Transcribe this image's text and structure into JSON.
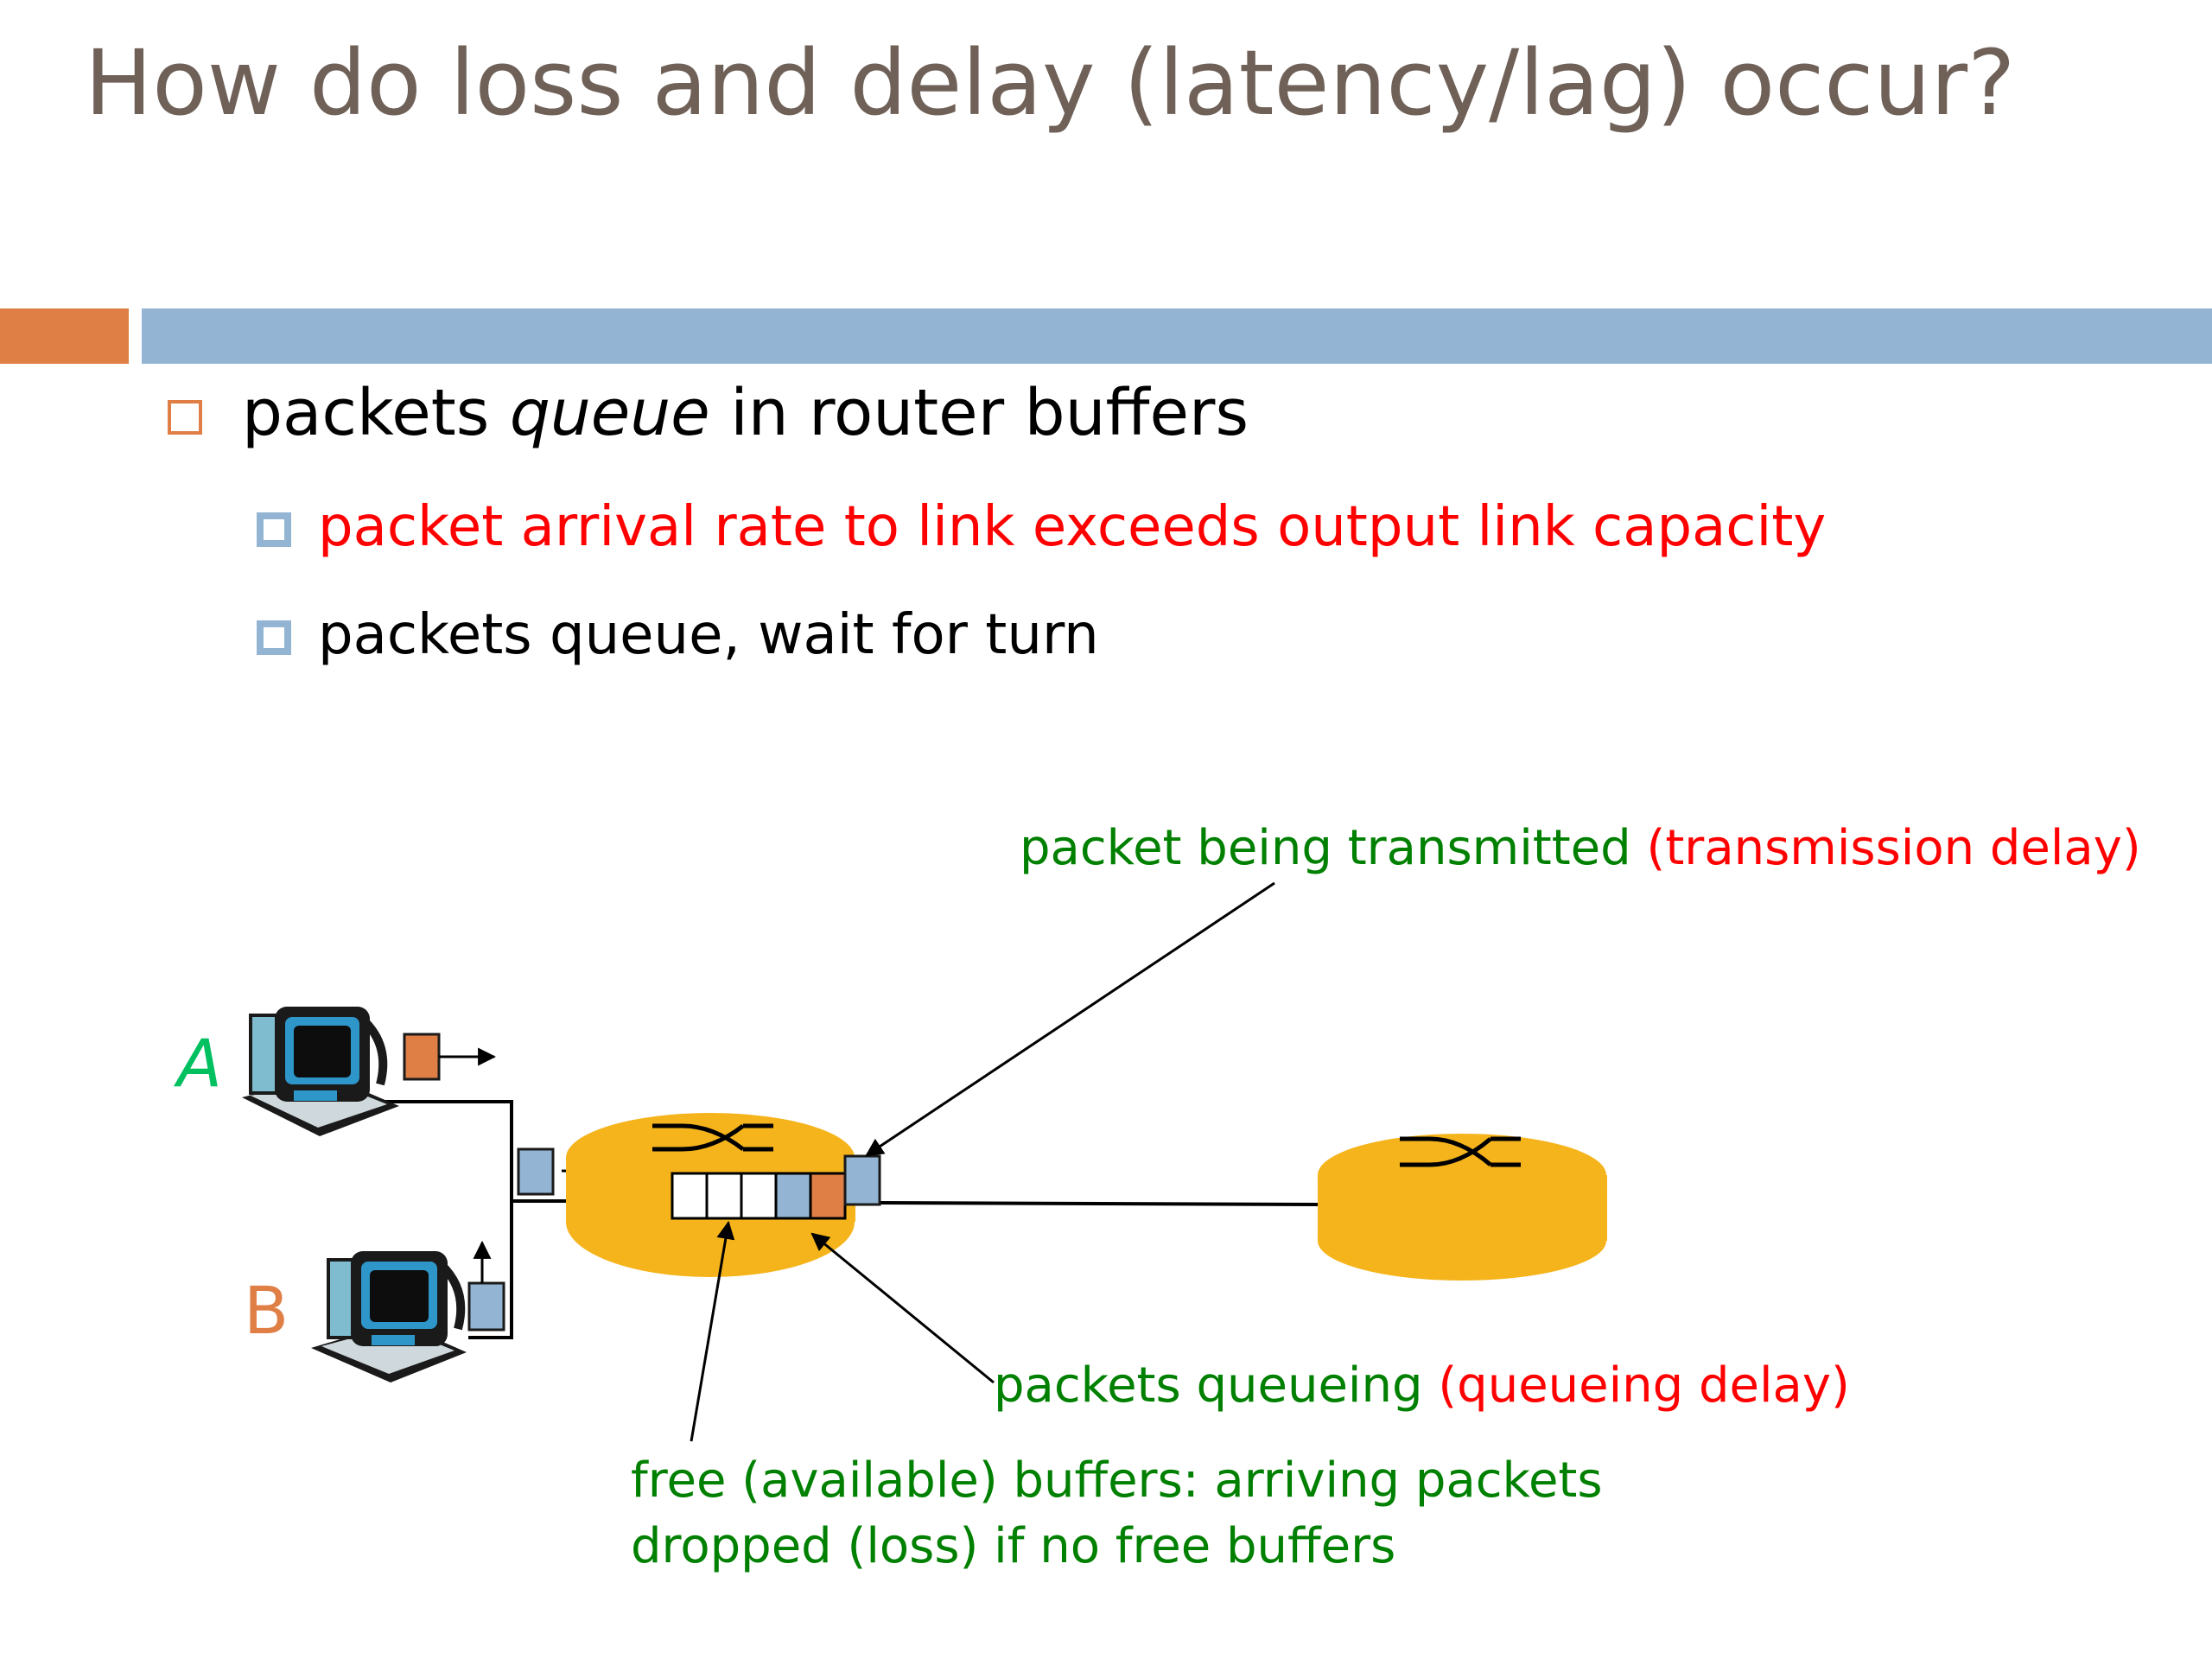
{
  "slide": {
    "title": "How do loss and delay (latency/lag) occur?",
    "bullet_main": {
      "pre": "packets ",
      "em": "queue",
      "post": " in router buffers"
    },
    "sub_bullets": [
      "packet arrival rate to link exceeds output link capacity",
      "packets queue, wait for turn"
    ]
  },
  "diagram": {
    "host_a_label": "A",
    "host_b_label": "B",
    "label_transmitted": {
      "main": "packet being transmitted ",
      "delay": "(transmission delay)"
    },
    "label_queueing": {
      "main": "packets queueing ",
      "delay": "(queueing delay)"
    },
    "label_free_buffers": {
      "line1": "free (available) buffers: arriving packets",
      "line2": "dropped (loss) if no free buffers"
    }
  },
  "colors": {
    "title": "#6f6158",
    "accent_orange": "#df7f45",
    "accent_blue": "#93b5d3",
    "router": "#f5b41b",
    "label_green": "#008000",
    "label_red": "#ff0000",
    "host_a_label": "#00c060",
    "host_b_label": "#df7f45"
  }
}
